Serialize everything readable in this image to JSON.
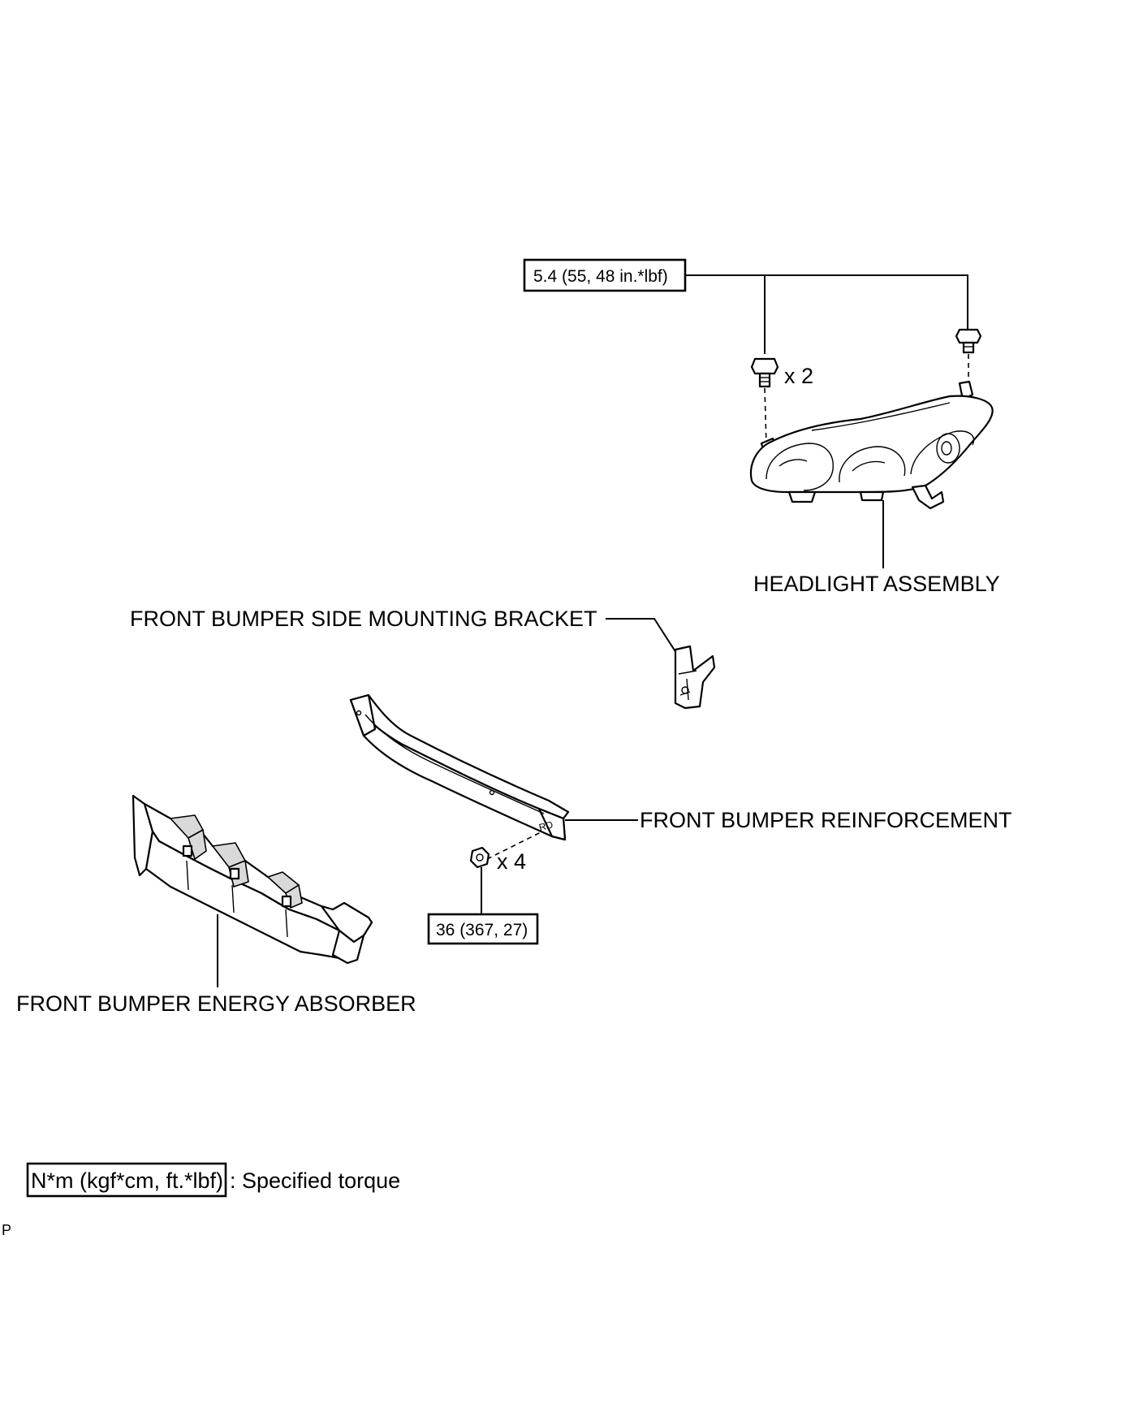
{
  "labels": {
    "headlight_assembly": "HEADLIGHT ASSEMBLY",
    "side_mounting_bracket": "FRONT BUMPER SIDE MOUNTING BRACKET",
    "bumper_reinforcement": "FRONT BUMPER REINFORCEMENT",
    "energy_absorber": "FRONT BUMPER ENERGY ABSORBER"
  },
  "torque": {
    "headlight_bolts": "5.4 (55, 48 in.*lbf)",
    "reinforcement_nuts": "36 (367, 27)"
  },
  "quantities": {
    "headlight_bolts": "x 2",
    "reinforcement_nuts": "x 4"
  },
  "legend": {
    "unit_box": "N*m (kgf*cm, ft.*lbf)",
    "description": ": Specified torque"
  },
  "footer_code": "P"
}
